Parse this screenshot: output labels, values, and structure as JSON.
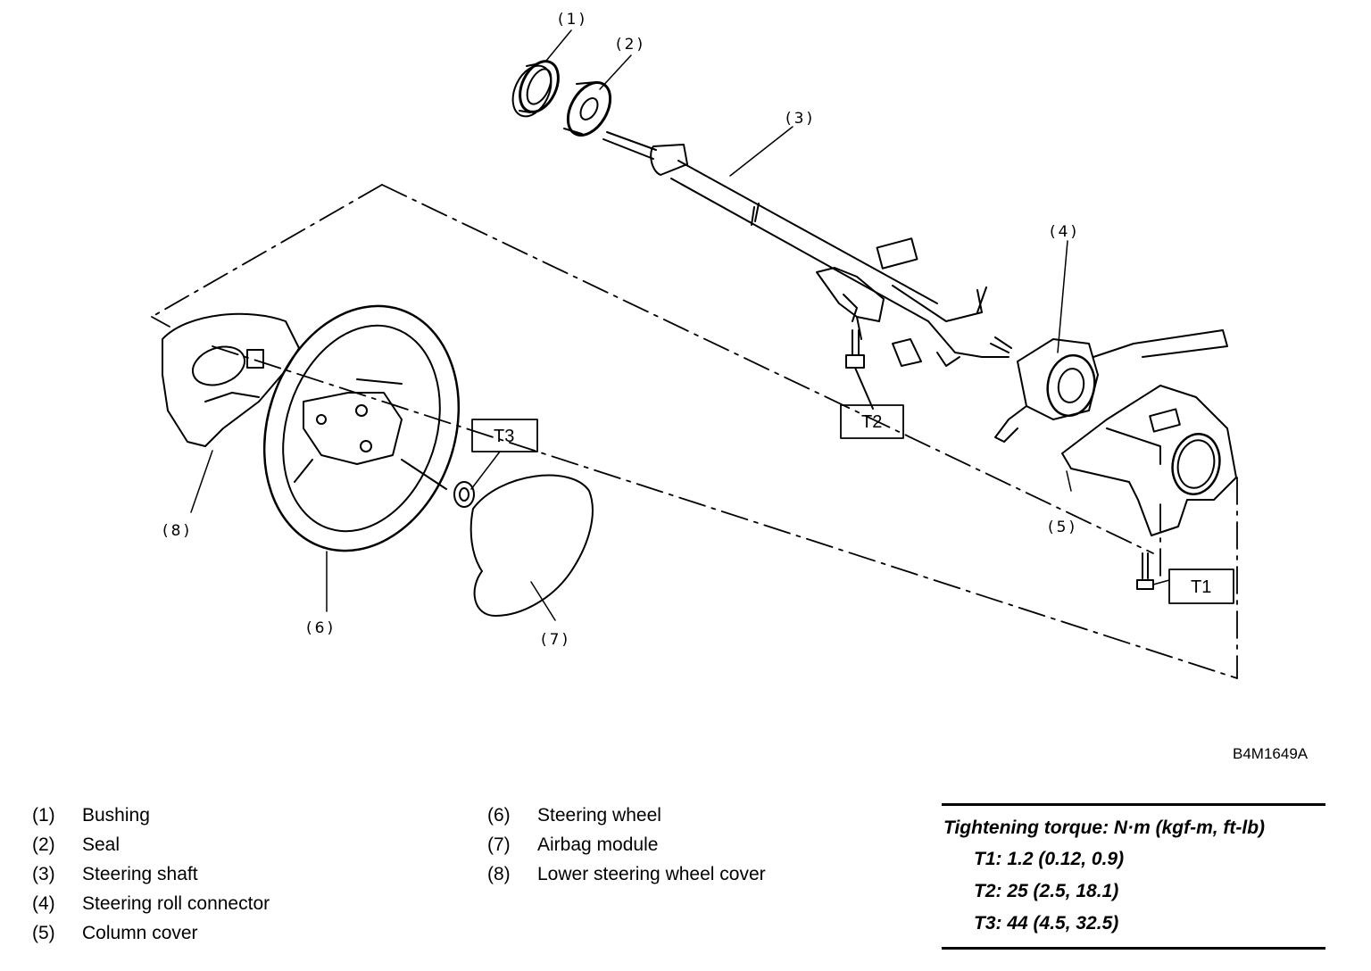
{
  "figure_id": "B4M1649A",
  "callouts": {
    "c1": "(1)",
    "c2": "(2)",
    "c3": "(3)",
    "c4": "(4)",
    "c5": "(5)",
    "c6": "(6)",
    "c7": "(7)",
    "c8": "(8)"
  },
  "torque_labels": {
    "t1": "T1",
    "t2": "T2",
    "t3": "T3"
  },
  "legend": [
    {
      "num": "(1)",
      "name": "Bushing"
    },
    {
      "num": "(2)",
      "name": "Seal"
    },
    {
      "num": "(3)",
      "name": "Steering shaft"
    },
    {
      "num": "(4)",
      "name": "Steering roll connector"
    },
    {
      "num": "(5)",
      "name": "Column cover"
    },
    {
      "num": "(6)",
      "name": "Steering wheel"
    },
    {
      "num": "(7)",
      "name": "Airbag module"
    },
    {
      "num": "(8)",
      "name": "Lower steering wheel cover"
    }
  ],
  "torque_spec": {
    "title": "Tightening torque: N·m (kgf-m, ft-lb)",
    "lines": [
      "T1: 1.2 (0.12, 0.9)",
      "T2: 25 (2.5, 18.1)",
      "T3: 44 (4.5, 32.5)"
    ]
  }
}
